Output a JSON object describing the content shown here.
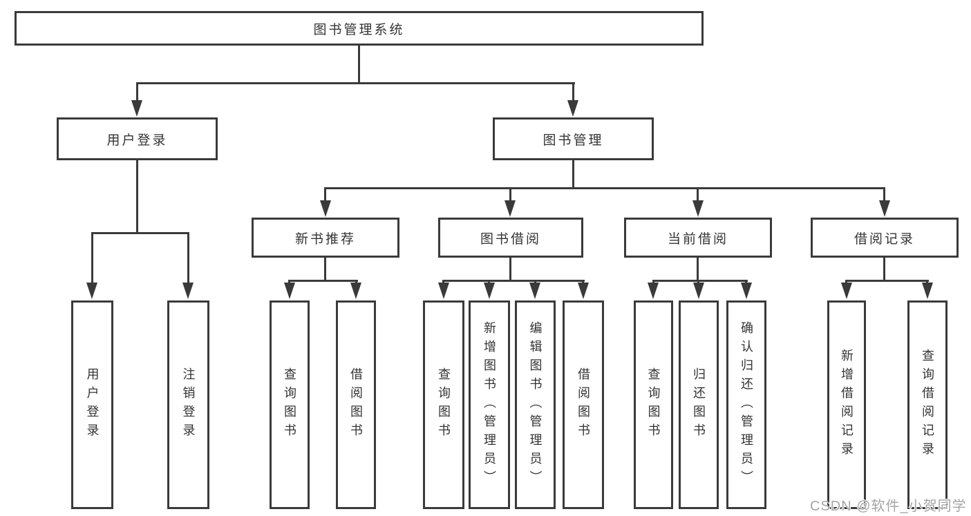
{
  "tree": {
    "root": {
      "label": "图书管理系统"
    },
    "branches": [
      {
        "label": "用户登录",
        "children": [
          {
            "label": "用户登录"
          },
          {
            "label": "注销登录"
          }
        ]
      },
      {
        "label": "图书管理",
        "children": [
          {
            "label": "新书推荐",
            "children": [
              {
                "label": "查询图书"
              },
              {
                "label": "借阅图书"
              }
            ]
          },
          {
            "label": "图书借阅",
            "children": [
              {
                "label": "查询图书"
              },
              {
                "label": "新增图书（管理员）"
              },
              {
                "label": "编辑图书（管理员）"
              },
              {
                "label": "借阅图书"
              }
            ]
          },
          {
            "label": "当前借阅",
            "children": [
              {
                "label": "查询图书"
              },
              {
                "label": "归还图书"
              },
              {
                "label": "确认归还（管理员）"
              }
            ]
          },
          {
            "label": "借阅记录",
            "children": [
              {
                "label": "新增借阅记录"
              },
              {
                "label": "查询借阅记录"
              }
            ]
          }
        ]
      }
    ]
  },
  "watermark": "CSDN @软件_小贺同学",
  "colors": {
    "line": "#3a3a3a",
    "text": "#333333",
    "box_fill": "#ffffff",
    "watermark": "#a5a5a5"
  }
}
